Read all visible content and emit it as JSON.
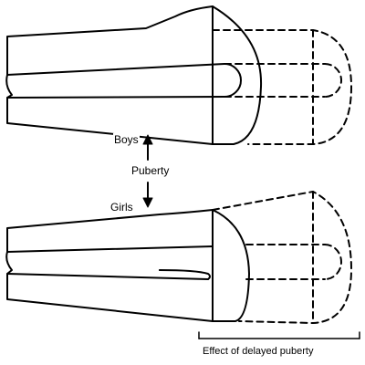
{
  "labels": {
    "boys": "Boys",
    "puberty": "Puberty",
    "girls": "Girls",
    "delayed": "Effect of delayed puberty"
  },
  "colors": {
    "stroke": "#000000",
    "background": "#ffffff"
  }
}
